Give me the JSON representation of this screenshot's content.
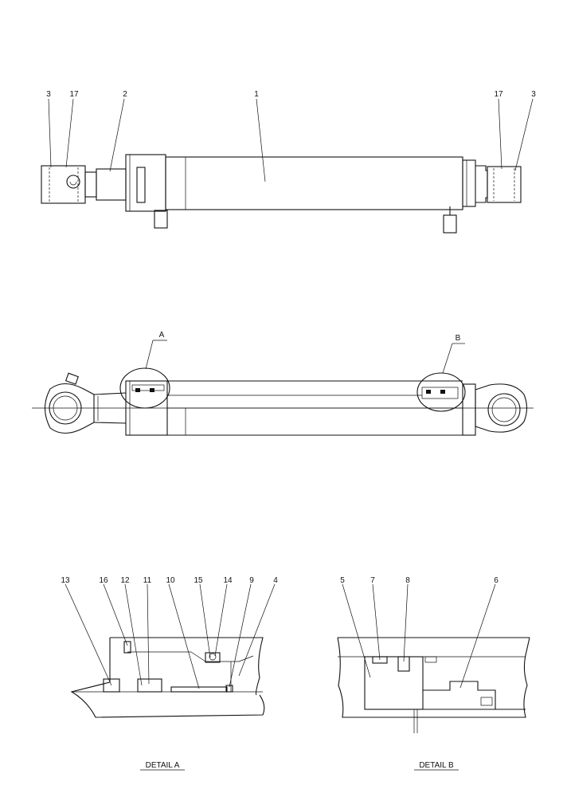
{
  "callouts": {
    "top": {
      "c3_left": "3",
      "c17_left": "17",
      "c2": "2",
      "c1": "1",
      "c17_right": "17",
      "c3_right": "3"
    },
    "middle": {
      "a": "A",
      "b": "B"
    },
    "detail_a": {
      "c13": "13",
      "c16": "16",
      "c12": "12",
      "c11": "11",
      "c10": "10",
      "c15": "15",
      "c14": "14",
      "c9": "9",
      "c4": "4"
    },
    "detail_b": {
      "c5": "5",
      "c7": "7",
      "c8": "8",
      "c6": "6"
    }
  },
  "captions": {
    "detail_a": "DETAIL A",
    "detail_b": "DETAIL B"
  }
}
